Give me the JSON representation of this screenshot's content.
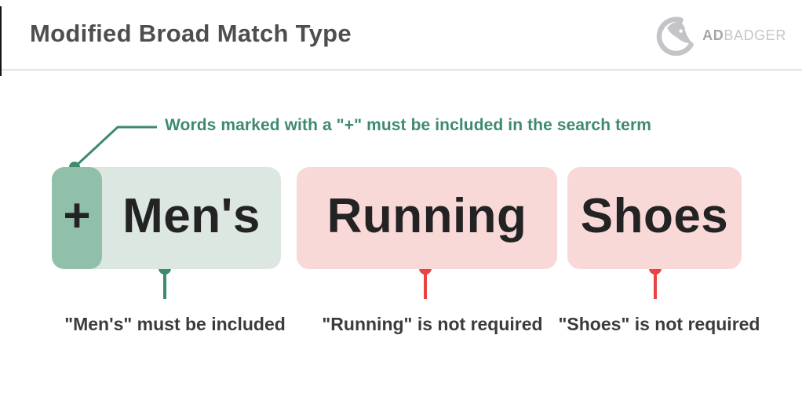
{
  "header": {
    "title": "Modified Broad Match Type",
    "logo": {
      "brand_bold": "AD",
      "brand_light": "BADGER"
    }
  },
  "annotation": {
    "text": "Words marked with a \"+\" must be included in the search term"
  },
  "keywords": [
    {
      "modifier": "+",
      "word": "Men's",
      "required": true,
      "caption": "\"Men's\" must be included"
    },
    {
      "word": "Running",
      "required": false,
      "caption": "\"Running\" is not required"
    },
    {
      "word": "Shoes",
      "required": false,
      "caption": "\"Shoes\" is not required"
    }
  ],
  "colors": {
    "green_accent": "#3e8a6d",
    "green_box": "#dbe7e0",
    "green_chip": "#90bfaa",
    "pink_box": "#f9d8d8",
    "red_accent": "#e84444",
    "dark_text": "#232323",
    "title_text": "#4e4e4e",
    "caption_text": "#3b3b3b",
    "logo_gray": "#c2c2c6"
  }
}
